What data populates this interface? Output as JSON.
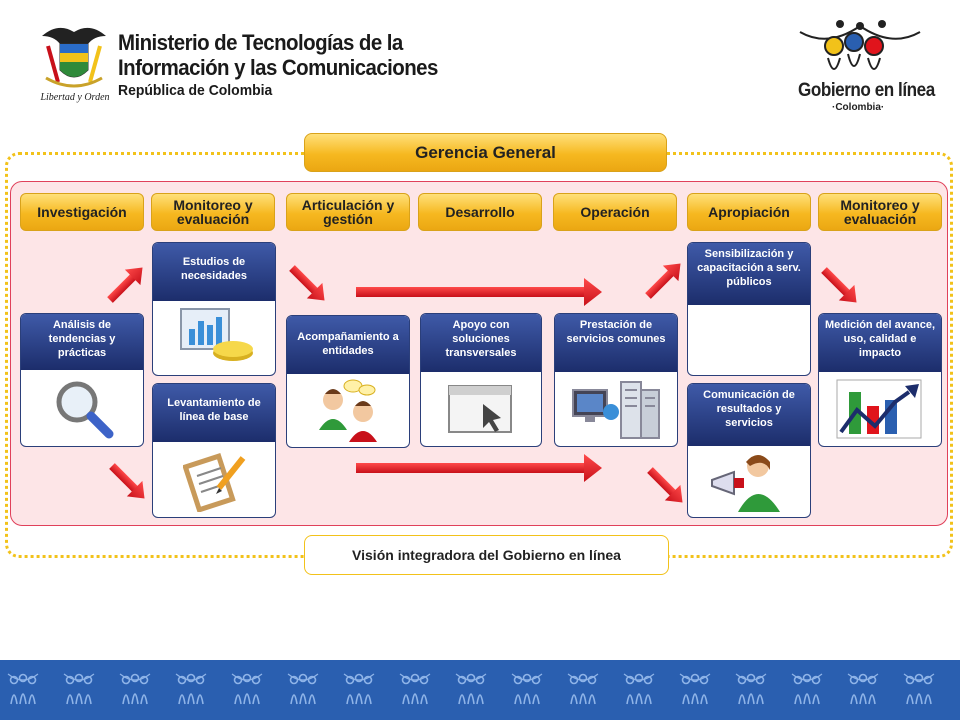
{
  "header": {
    "ministry_line1": "Ministerio de Tecnologías de la",
    "ministry_line2": "Información y las Comunicaciones",
    "republic": "República de Colombia",
    "motto": "Libertad y Orden",
    "gel_name": "Gobierno en línea",
    "gel_country": "·Colombia·"
  },
  "diagram": {
    "top_label": "Gerencia General",
    "bottom_label": "Visión integradora del Gobierno en línea",
    "phases": [
      "Investigación",
      "Monitoreo y evaluación",
      "Articulación y gestión",
      "Desarrollo",
      "Operación",
      "Apropiación",
      "Monitoreo y evaluación"
    ],
    "cards": {
      "analisis": "Análisis de tendencias y prácticas",
      "estudios": "Estudios de necesidades",
      "levantamiento": "Levantamiento de línea de base",
      "acompanamiento": "Acompañamiento a entidades",
      "apoyo": "Apoyo con soluciones transversales",
      "prestacion": "Prestación de servicios comunes",
      "sensibilizacion": "Sensibilización y capacitación a serv. públicos",
      "comunicacion": "Comunicación de resultados y servicios",
      "medicion": "Medición del avance, uso, calidad e impacto"
    }
  },
  "colors": {
    "phase_fill": "#f6b820",
    "card_header": "#1c2d6b",
    "panel_fill": "#fde5e7",
    "panel_border": "#e0405a",
    "arrow": "#e0141c",
    "footer": "#2a5fb0",
    "dotted_border": "#f2c21a"
  }
}
